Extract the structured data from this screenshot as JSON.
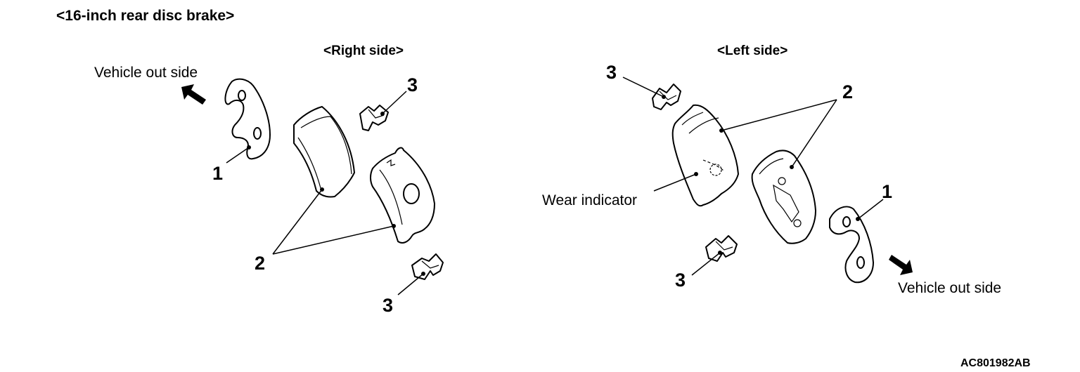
{
  "title": "<16-inch rear disc brake>",
  "right_side": {
    "heading": "<Right side>",
    "direction_label": "Vehicle out side",
    "callouts": {
      "shim": "1",
      "pads": "2",
      "clip_top": "3",
      "clip_bottom": "3"
    }
  },
  "left_side": {
    "heading": "<Left side>",
    "direction_label": "Vehicle out side",
    "wear_indicator_label": "Wear indicator",
    "callouts": {
      "shim": "1",
      "pads": "2",
      "clip_top": "3",
      "clip_bottom": "3"
    }
  },
  "figure_code": "AC801982AB"
}
